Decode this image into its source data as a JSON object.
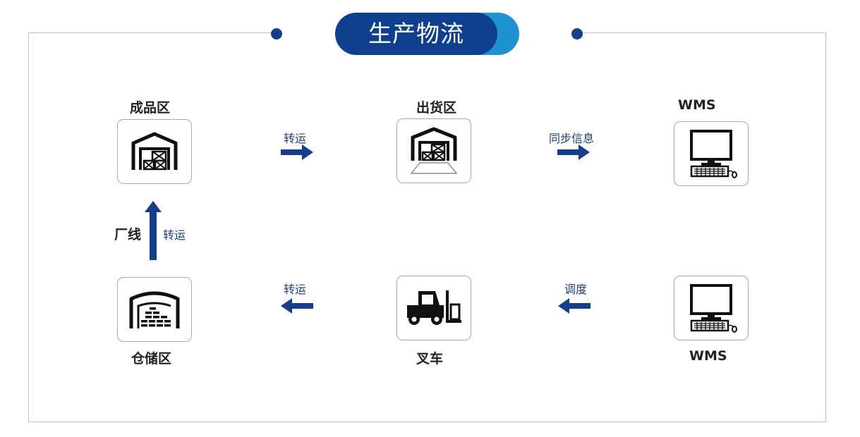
{
  "title": "生产物流",
  "colors": {
    "navy": "#0f3f8f",
    "accent": "#1f93d2",
    "arrow": "#153f8c",
    "border": "#b9c5d6"
  },
  "nodes": {
    "finished": {
      "label": "成品区",
      "icon": "warehouse-boxes-icon"
    },
    "shipping": {
      "label": "出货区",
      "icon": "warehouse-dock-icon"
    },
    "wms_top": {
      "label": "WMS",
      "icon": "computer-icon"
    },
    "storage": {
      "label": "仓储区",
      "icon": "warehouse-shelves-icon"
    },
    "forklift": {
      "label": "叉车",
      "icon": "forklift-icon"
    },
    "wms_bottom": {
      "label": "WMS",
      "icon": "computer-icon"
    }
  },
  "edges": {
    "finished_to_shipping": "转运",
    "shipping_to_wms": "同步信息",
    "storage_to_finished": "转运",
    "storage_to_finished_side": "厂线",
    "forklift_to_storage": "转运",
    "wms_to_forklift": "调度"
  }
}
